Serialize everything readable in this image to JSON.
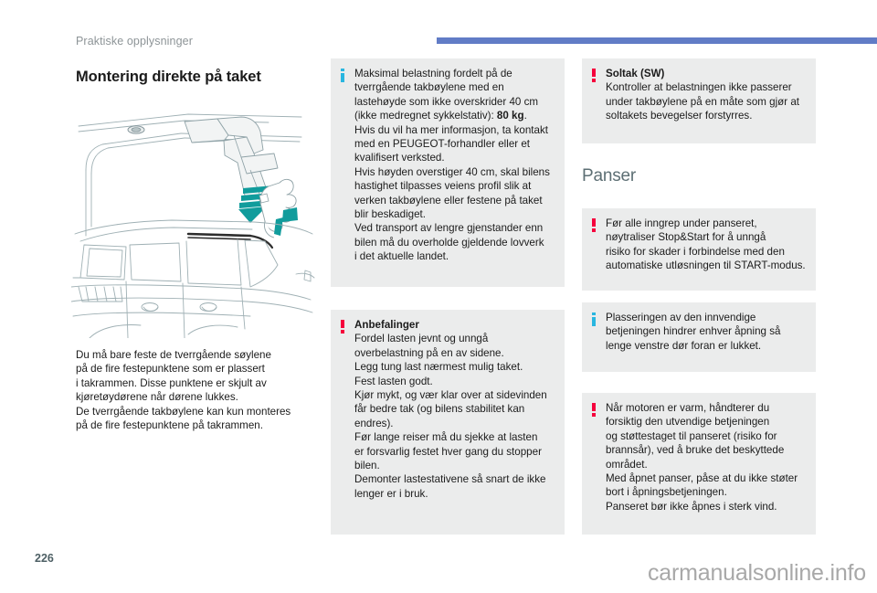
{
  "header": {
    "breadcrumb": "Praktiske opplysninger",
    "rule_color": "#617cc6"
  },
  "page_title": "Montering direkte på taket",
  "colors": {
    "box_bg": "#ebecec",
    "warning": "#f5003c",
    "info": "#29b6e0",
    "heading": "#5d6f74",
    "breadcrumb": "#8d9497"
  },
  "left_column": {
    "illustration_name": "car-roof-mounting-points-diagram",
    "body_lines": [
      "Du må bare feste de tverrgående søylene",
      "på de fire festepunktene som er plassert",
      "i takrammen. Disse punktene er skjult av",
      "kjøretøydørene når dørene lukkes.",
      "De tverrgående takbøylene kan kun monteres",
      "på de fire festepunktene på takrammen."
    ]
  },
  "middle_column": {
    "box_info": {
      "icon": "info-icon",
      "icon_type": "info",
      "lines": [
        "Maksimal belastning fordelt på de",
        "tverrgående takbøylene med en",
        "lastehøyde som ikke overskrider 40 cm",
        "(ikke medregnet sykkelstativ): ",
        "Hvis du vil ha mer informasjon, ta kontakt",
        "med en PEUGEOT-forhandler eller et",
        "kvalifisert verksted.",
        "Hvis høyden overstiger 40 cm, skal bilens",
        "hastighet tilpasses veiens profil slik at",
        "verken takbøylene eller festene på taket",
        "blir beskadiget.",
        "Ved transport av lengre gjenstander enn",
        "bilen må du overholde gjeldende lovverk",
        "i det aktuelle landet."
      ],
      "bold_value": "80 kg",
      "bold_suffix": "."
    },
    "box_warning": {
      "icon": "warning-icon",
      "icon_type": "warning",
      "title": "Anbefalinger",
      "lines": [
        "Fordel lasten jevnt og unngå",
        "overbelastning på en av sidene.",
        "Legg tung last nærmest mulig taket.",
        "Fest lasten godt.",
        "Kjør mykt, og vær klar over at sidevinden",
        "får bedre tak (og bilens stabilitet kan",
        "endres).",
        "Før lange reiser må du sjekke at lasten",
        "er forsvarlig festet hver gang du stopper",
        "bilen.",
        "Demonter lastestativene så snart de ikke",
        "lenger er i bruk."
      ]
    }
  },
  "right_column": {
    "box_soltak": {
      "icon": "warning-icon",
      "icon_type": "warning",
      "title": "Soltak (SW)",
      "lines": [
        "Kontroller at belastningen ikke passerer",
        "under takbøylene på en måte som gjør at",
        "soltakets bevegelser forstyrres."
      ]
    },
    "section_heading": "Panser",
    "box_stopstart": {
      "icon": "warning-icon",
      "icon_type": "warning",
      "lines": [
        "Før alle inngrep under panseret,",
        "nøytraliser Stop&Start for å unngå",
        "risiko for skader i forbindelse med den",
        "automatiske utløsningen til START-modus."
      ]
    },
    "box_placement": {
      "icon": "info-icon",
      "icon_type": "info",
      "lines": [
        "Plasseringen av den innvendige",
        "betjeningen hindrer enhver åpning så",
        "lenge venstre dør foran er lukket."
      ]
    },
    "box_hot_engine": {
      "icon": "warning-icon",
      "icon_type": "warning",
      "lines": [
        "Når motoren er varm, håndterer du",
        "forsiktig den utvendige betjeningen",
        "og støttestaget til panseret (risiko for",
        "brannsår), ved å bruke det beskyttede",
        "området.",
        "Med åpnet panser, påse at du ikke støter",
        "bort i åpningsbetjeningen.",
        "Panseret bør ikke åpnes i sterk vind."
      ]
    }
  },
  "footer": {
    "page_number": "226",
    "watermark": "carmanualsonline.info"
  }
}
